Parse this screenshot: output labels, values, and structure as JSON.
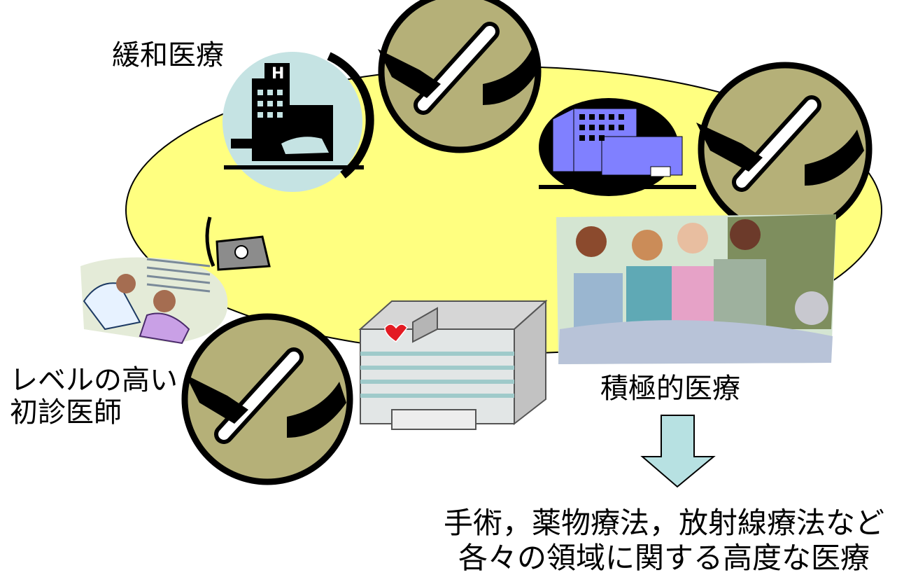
{
  "labels": {
    "palliative": "緩和医療",
    "primary_line1": "レベルの高い",
    "primary_line2": "初診医師",
    "aggressive": "積極的医療",
    "advanced_line1": "手術，薬物療法，放射線療法など",
    "advanced_line2": "各々の領域に関する高度な医療"
  },
  "icons": {
    "baton_handoff": "baton-handoff-icon",
    "hospital_small": "hospital-h-icon",
    "hospital_blue": "hospital-building-icon",
    "hospital_heart": "heart-hospital-icon",
    "doctor_patient": "doctor-patient-icon",
    "doctor_bag": "doctor-bag-icon",
    "medical_team": "medical-team-icon",
    "arrow": "down-arrow-icon"
  },
  "colors": {
    "ellipse_fill": "#FFFF80",
    "badge_fill": "#B5B078",
    "arrow_fill": "#B7E1E2",
    "hospital_blue": "#8080FF",
    "circle_teal": "#C5E3E3"
  }
}
